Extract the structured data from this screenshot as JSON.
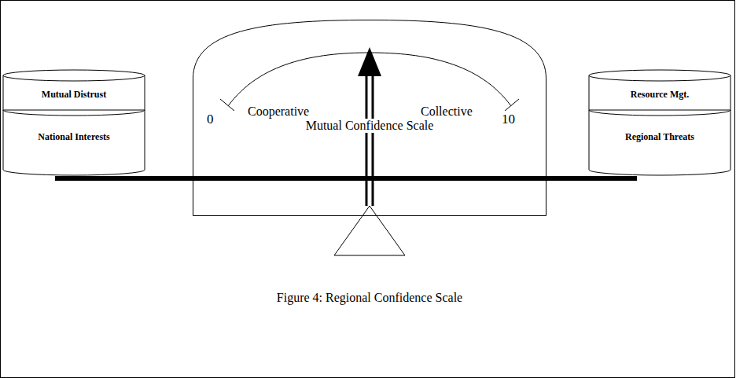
{
  "diagram": {
    "caption": "Figure 4: Regional Confidence Scale",
    "nodes": [
      {
        "text": [
          "Mutual Distrust"
        ]
      },
      {
        "text": [
          "National Interests"
        ]
      },
      {
        "text": [
          "Cooperative",
          "Collective",
          "0",
          "Mutual Confidence Scale",
          "10"
        ]
      },
      {
        "text": [
          "Resource Mgt."
        ]
      },
      {
        "text": [
          "Regional Threats"
        ]
      }
    ]
  }
}
